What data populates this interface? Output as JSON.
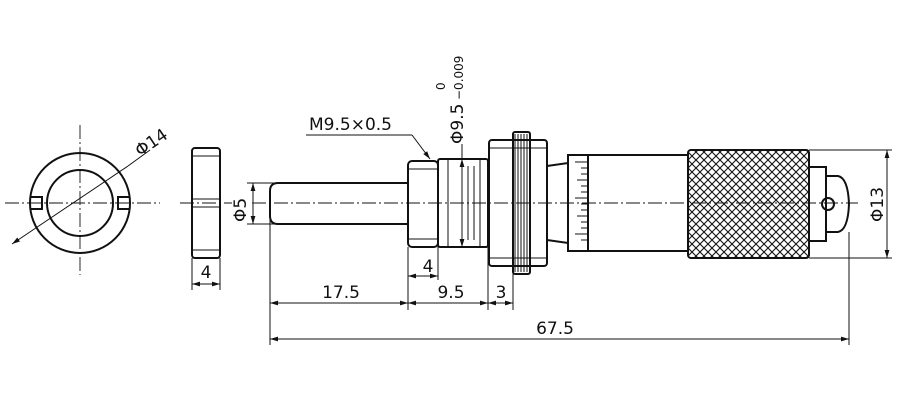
{
  "dimensions": {
    "ring_diameter": "Φ14",
    "ring_width": "4",
    "spindle_diameter": "Φ5",
    "thread_spec": "M9.5×0.5",
    "stem_diameter": "Φ9.5",
    "stem_tolerance_upper": "0",
    "stem_tolerance_lower": "−0.009",
    "thread_length": "4",
    "spindle_length": "17.5",
    "stem_length": "9.5",
    "collar_length": "3",
    "overall_length": "67.5",
    "thimble_diameter": "Φ13"
  },
  "colors": {
    "line": "#111111",
    "background": "#ffffff"
  }
}
